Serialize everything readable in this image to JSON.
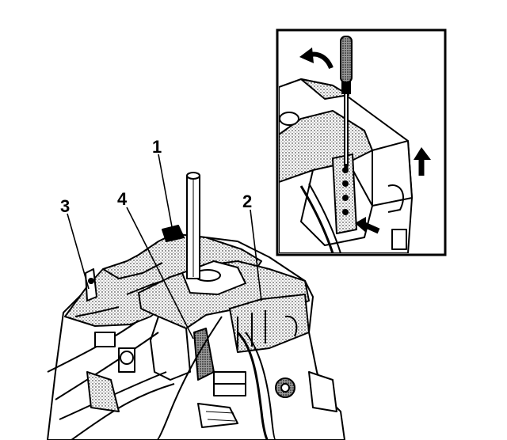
{
  "callouts": {
    "one": "1",
    "two": "2",
    "three": "3",
    "four": "4"
  },
  "colors": {
    "ink": "#000000",
    "paper": "#ffffff",
    "shade": "#d9d9d9",
    "dark_shade": "#8c8c8c"
  },
  "inset": {
    "icons": [
      "screwdriver-icon",
      "curved-arrow-left-icon",
      "arrow-up-icon",
      "arrow-out-icon"
    ]
  }
}
